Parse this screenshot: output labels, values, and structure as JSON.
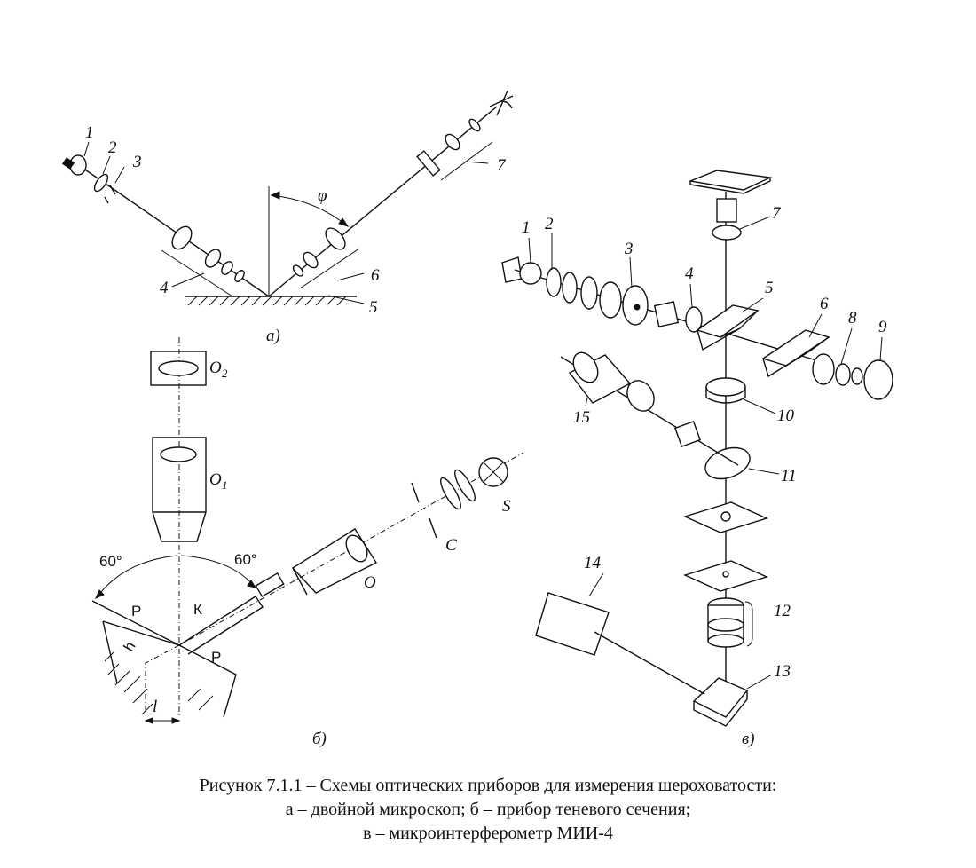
{
  "diagram_a": {
    "sublabel": "а)",
    "angle": "φ",
    "numbers": [
      "1",
      "2",
      "3",
      "4",
      "5",
      "6",
      "7"
    ]
  },
  "diagram_b": {
    "sublabel": "б)",
    "angle_left": "60°",
    "angle_right": "60°",
    "labels": {
      "o2": "O",
      "o2_sub": "2",
      "o1": "O",
      "o1_sub": "1",
      "o": "O",
      "s": "S",
      "c": "C",
      "k": "К",
      "p1": "P",
      "p2": "P",
      "h": "h",
      "l": "l"
    }
  },
  "diagram_v": {
    "sublabel": "в)",
    "numbers": [
      "1",
      "2",
      "3",
      "4",
      "5",
      "6",
      "7",
      "8",
      "9",
      "10",
      "11",
      "12",
      "13",
      "14",
      "15"
    ]
  },
  "caption": {
    "line1": "Рисунок 7.1.1 – Схемы оптических приборов для измерения шероховатости:",
    "line2": "а – двойной микроскоп; б – прибор теневого сечения;",
    "line3": "в – микроинтерферометр МИИ-4"
  }
}
